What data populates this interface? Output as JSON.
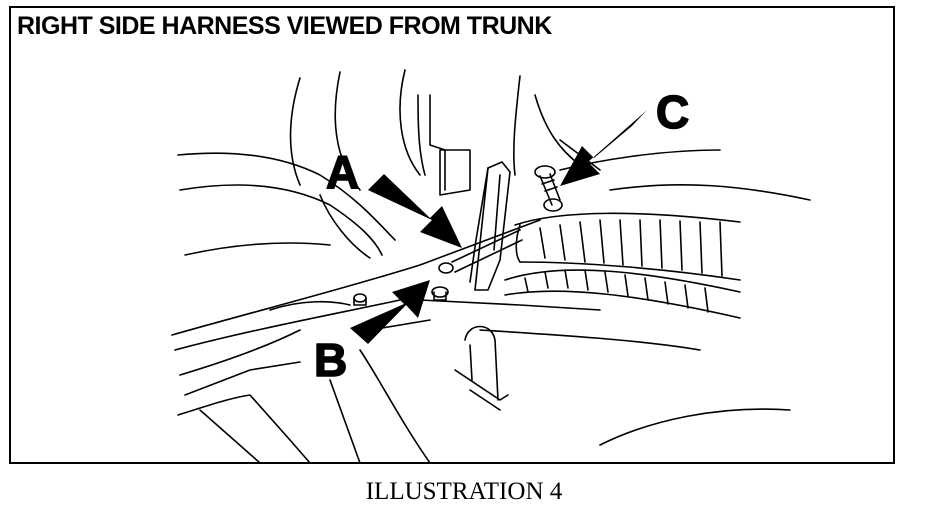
{
  "diagram": {
    "title": "RIGHT SIDE HARNESS VIEWED FROM TRUNK",
    "caption": "ILLUSTRATION 4",
    "callouts": {
      "a": "A",
      "b": "B",
      "c": "C"
    }
  }
}
